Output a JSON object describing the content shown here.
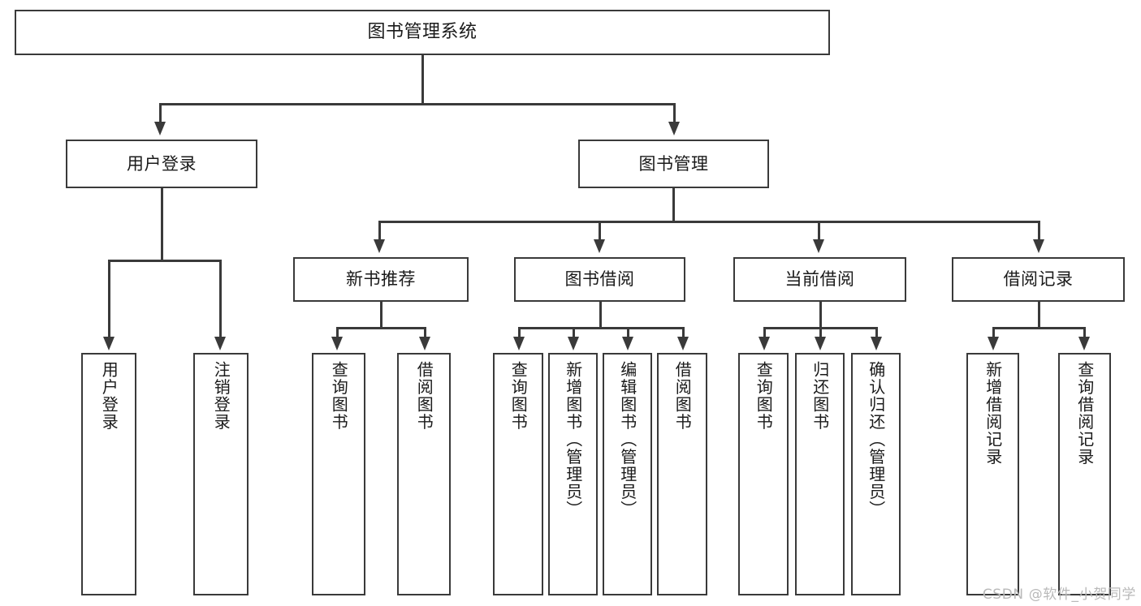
{
  "diagram": {
    "title_node": {
      "label": "图书管理系统"
    },
    "level2": [
      {
        "id": "user-login",
        "label": "用户登录"
      },
      {
        "id": "book-manage",
        "label": "图书管理"
      }
    ],
    "level3": [
      {
        "id": "new-book-recommend",
        "label": "新书推荐"
      },
      {
        "id": "book-borrow",
        "label": "图书借阅"
      },
      {
        "id": "current-borrow",
        "label": "当前借阅"
      },
      {
        "id": "borrow-record",
        "label": "借阅记录"
      }
    ],
    "leaves": [
      {
        "id": "leaf-user-login",
        "label": "用户登录"
      },
      {
        "id": "leaf-logout-login",
        "label": "注销登录"
      },
      {
        "id": "leaf-query-book-1",
        "label": "查询图书"
      },
      {
        "id": "leaf-borrow-book-1",
        "label": "借阅图书"
      },
      {
        "id": "leaf-query-book-2",
        "label": "查询图书"
      },
      {
        "id": "leaf-add-book",
        "label": "新增图书（管理员）"
      },
      {
        "id": "leaf-edit-book",
        "label": "编辑图书（管理员）"
      },
      {
        "id": "leaf-borrow-book-2",
        "label": "借阅图书"
      },
      {
        "id": "leaf-query-book-3",
        "label": "查询图书"
      },
      {
        "id": "leaf-return-book",
        "label": "归还图书"
      },
      {
        "id": "leaf-confirm-return",
        "label": "确认归还（管理员）"
      },
      {
        "id": "leaf-add-borrow-record",
        "label": "新增借阅记录"
      },
      {
        "id": "leaf-query-borrow-record",
        "label": "查询借阅记录"
      }
    ],
    "colors": {
      "stroke": "#3a3a3a",
      "background": "#ffffff",
      "text": "#1a1a1a",
      "watermark": "#b9b9b9"
    }
  },
  "watermark": {
    "text": "CSDN @软件_小贺同学"
  }
}
